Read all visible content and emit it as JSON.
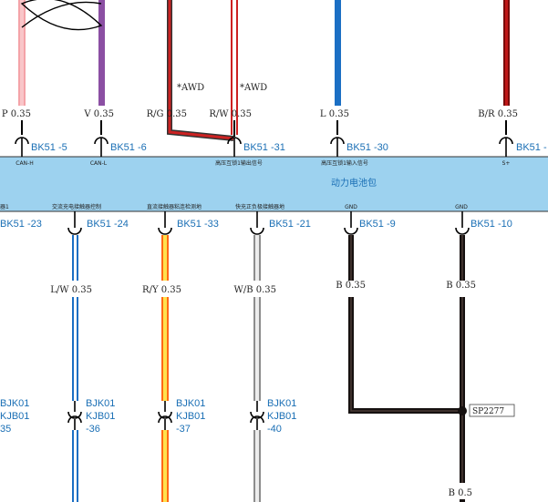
{
  "module": {
    "title": "动力电池包",
    "band_color": "#9dd2ef"
  },
  "top_wires": [
    {
      "wire": "P 0.35",
      "pin": "BK51 -5",
      "signal": "CAN-H"
    },
    {
      "wire": "V 0.35",
      "pin": "BK51 -6",
      "signal": "CAN-L"
    },
    {
      "wire": "R/G 0.35",
      "note": "*AWD"
    },
    {
      "wire": "R/W 0.35",
      "note": "*AWD",
      "pin": "BK51 -31",
      "signal": "高压互锁1输出信号"
    },
    {
      "wire": "L 0.35",
      "pin": "BK51 -30",
      "signal": "高压互锁1输入信号"
    },
    {
      "wire": "B/R 0.35",
      "pin": "BK51 -",
      "signal": "S+"
    }
  ],
  "bottom_wires": [
    {
      "pin": "BK51 -23",
      "signal": "器1",
      "conn1": "BJK01",
      "conn2": "KJB01",
      "conn_pin": "35"
    },
    {
      "pin": "BK51 -24",
      "signal": "交流充电接触器控制",
      "wire": "L/W 0.35",
      "conn1": "BJK01",
      "conn2": "KJB01",
      "conn_pin": "-36"
    },
    {
      "pin": "BK51 -33",
      "signal": "直流接触器粘连检测地",
      "wire": "R/Y 0.35",
      "conn1": "BJK01",
      "conn2": "KJB01",
      "conn_pin": "-37"
    },
    {
      "pin": "BK51 -21",
      "signal": "快充正负极接触器地",
      "wire": "W/B 0.35",
      "conn1": "BJK01",
      "conn2": "KJB01",
      "conn_pin": "-40"
    },
    {
      "pin": "BK51 -9",
      "signal": "GND",
      "wire": "B 0.35"
    },
    {
      "pin": "BK51 -10",
      "signal": "GND",
      "wire": "B 0.35",
      "wire2": "B 0.5"
    }
  ],
  "splice": {
    "label": "SP2277"
  },
  "colors": {
    "pink": "#f4a3a8",
    "purple": "#8b4fa3",
    "red": "#cc2222",
    "blue": "#1b6fc4",
    "dark_red": "#7a0a0a",
    "orange": "#ff6a13",
    "gray": "#8c8c8c",
    "black": "#161110"
  }
}
